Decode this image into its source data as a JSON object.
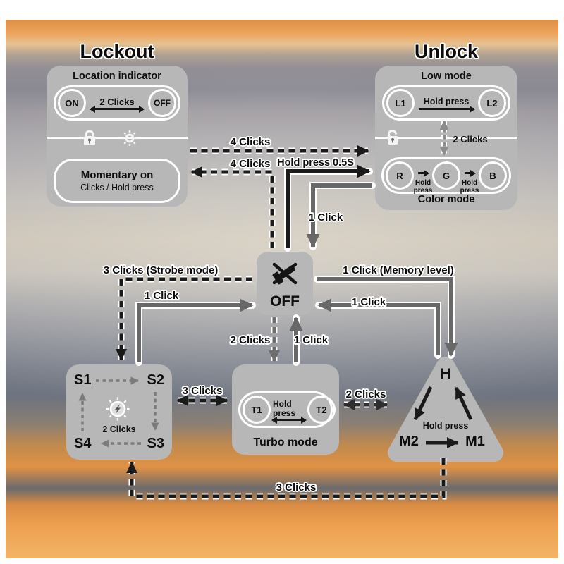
{
  "colors": {
    "panel_gray": "#b7b7b7",
    "arrow_black": "#1a1a1a",
    "arrow_gray": "#686868",
    "label_halo": "#ffffff"
  },
  "lockout": {
    "title": "Lockout",
    "subtitle": "Location indicator",
    "on": "ON",
    "off": "OFF",
    "toggle": "2 Clicks",
    "momentary_title": "Momentary on",
    "momentary_sub": "Clicks / Hold press"
  },
  "unlock": {
    "title": "Unlock",
    "subtitle": "Low mode",
    "l1": "L1",
    "l2": "L2",
    "low_action": "Hold press",
    "mode_toggle": "2 Clicks",
    "r": "R",
    "g": "G",
    "b": "B",
    "rg_action": "Hold press",
    "gb_action": "Hold press",
    "color_label": "Color mode"
  },
  "off": {
    "label": "OFF"
  },
  "strobe": {
    "s1": "S1",
    "s2": "S2",
    "s3": "S3",
    "s4": "S4",
    "cycle": "2 Clicks"
  },
  "turbo": {
    "t1": "T1",
    "t2": "T2",
    "action": "Hold press",
    "label": "Turbo mode"
  },
  "memory": {
    "h": "H",
    "m1": "M1",
    "m2": "M2",
    "action": "Hold press"
  },
  "transitions": {
    "lockout_to_unlock": "4 Clicks",
    "off_to_lockout": "4 Clicks",
    "off_to_low": "Hold press 0.5S",
    "low_to_off": "1 Click",
    "off_to_strobe": {
      "clicks": "3 Clicks",
      "qualifier": "(Strobe mode)"
    },
    "strobe_to_off": "1 Click",
    "off_to_memory": {
      "clicks": "1 Click",
      "qualifier": "(Memory level)"
    },
    "memory_to_off": "1 Click",
    "off_to_turbo": "2 Clicks",
    "turbo_to_off": "1 Click",
    "strobe_turbo": "3 Clicks",
    "turbo_memory": "2 Clicks",
    "memory_to_strobe": "3 Clicks"
  },
  "icons": {
    "lock_closed": "padlock-closed",
    "lock_open": "padlock-open",
    "indicator": "led-glow",
    "off_icon": "flashlight-crossed",
    "strobe_icon": "bulb-lightning"
  }
}
